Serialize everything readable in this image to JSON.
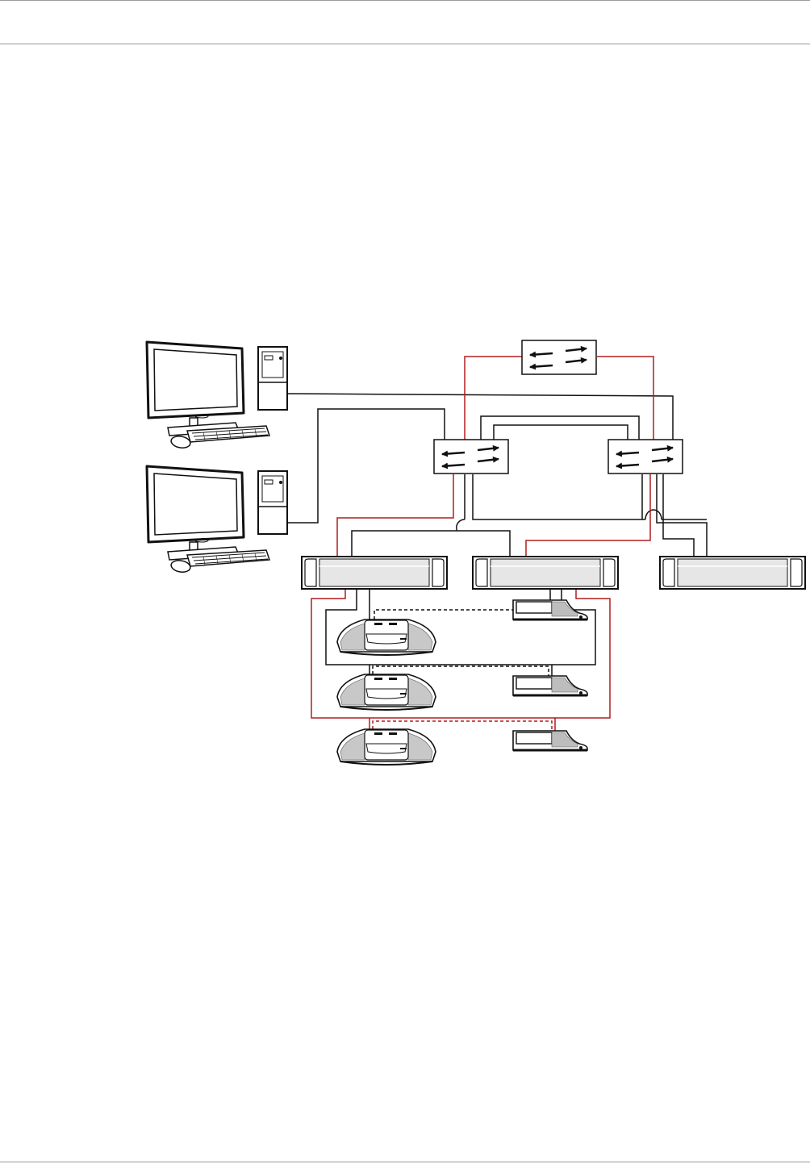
{
  "page": {
    "colors": {
      "background": "#ffffff",
      "header_rule": "#9a9a9a",
      "footer_rule": "#9a9a9a",
      "line_black": "#111111",
      "line_red": "#b01e1e",
      "device_fill": "#ffffff",
      "unit_shade": "#e6e6e6"
    }
  },
  "diagram": {
    "type": "network-topology",
    "computers": [
      {
        "name": "pc-1",
        "icon": "desktop-computer-icon"
      },
      {
        "name": "pc-2",
        "icon": "desktop-computer-icon"
      }
    ],
    "switches": [
      {
        "name": "switch-top",
        "icon": "network-switch-icon"
      },
      {
        "name": "switch-left",
        "icon": "network-switch-icon"
      },
      {
        "name": "switch-right",
        "icon": "network-switch-icon"
      }
    ],
    "rack_units": [
      {
        "name": "control-unit-1",
        "icon": "rack-unit-icon"
      },
      {
        "name": "control-unit-2",
        "icon": "rack-unit-icon"
      },
      {
        "name": "control-unit-3",
        "icon": "rack-unit-icon"
      }
    ],
    "discussion_devices": [
      {
        "name": "discussion-device-1",
        "icon": "discussion-device-icon"
      },
      {
        "name": "discussion-device-2",
        "icon": "discussion-device-icon"
      },
      {
        "name": "discussion-device-3",
        "icon": "discussion-device-icon"
      }
    ],
    "extension_panels": [
      {
        "name": "extension-panel-1",
        "icon": "extension-panel-icon"
      },
      {
        "name": "extension-panel-2",
        "icon": "extension-panel-icon"
      },
      {
        "name": "extension-panel-3",
        "icon": "extension-panel-icon"
      }
    ]
  }
}
